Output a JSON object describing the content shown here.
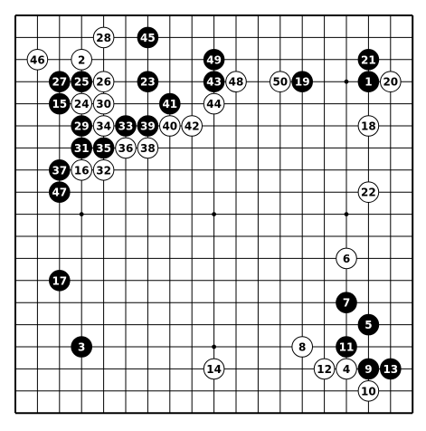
{
  "board": {
    "size": 19,
    "colors": {
      "background": "#ffffff",
      "grid": "#000000",
      "black_stone": "#000000",
      "white_stone": "#ffffff",
      "black_text": "#ffffff",
      "white_text": "#000000"
    },
    "moves": [
      {
        "n": 1,
        "color": "black",
        "col": 16,
        "row": 3
      },
      {
        "n": 2,
        "color": "white",
        "col": 3,
        "row": 2
      },
      {
        "n": 3,
        "color": "black",
        "col": 3,
        "row": 15
      },
      {
        "n": 4,
        "color": "white",
        "col": 15,
        "row": 16
      },
      {
        "n": 5,
        "color": "black",
        "col": 16,
        "row": 14
      },
      {
        "n": 6,
        "color": "white",
        "col": 15,
        "row": 11
      },
      {
        "n": 7,
        "color": "black",
        "col": 15,
        "row": 13
      },
      {
        "n": 8,
        "color": "white",
        "col": 13,
        "row": 15
      },
      {
        "n": 9,
        "color": "black",
        "col": 16,
        "row": 16
      },
      {
        "n": 10,
        "color": "white",
        "col": 16,
        "row": 17
      },
      {
        "n": 11,
        "color": "black",
        "col": 15,
        "row": 15
      },
      {
        "n": 12,
        "color": "white",
        "col": 14,
        "row": 16
      },
      {
        "n": 13,
        "color": "black",
        "col": 17,
        "row": 16
      },
      {
        "n": 14,
        "color": "white",
        "col": 9,
        "row": 16
      },
      {
        "n": 15,
        "color": "black",
        "col": 2,
        "row": 4
      },
      {
        "n": 16,
        "color": "white",
        "col": 3,
        "row": 7
      },
      {
        "n": 17,
        "color": "black",
        "col": 2,
        "row": 12
      },
      {
        "n": 18,
        "color": "white",
        "col": 16,
        "row": 5
      },
      {
        "n": 19,
        "color": "black",
        "col": 13,
        "row": 3
      },
      {
        "n": 20,
        "color": "white",
        "col": 17,
        "row": 3
      },
      {
        "n": 21,
        "color": "black",
        "col": 16,
        "row": 2
      },
      {
        "n": 22,
        "color": "white",
        "col": 16,
        "row": 8
      },
      {
        "n": 23,
        "color": "black",
        "col": 6,
        "row": 3
      },
      {
        "n": 24,
        "color": "white",
        "col": 3,
        "row": 4
      },
      {
        "n": 25,
        "color": "black",
        "col": 3,
        "row": 3
      },
      {
        "n": 26,
        "color": "white",
        "col": 4,
        "row": 3
      },
      {
        "n": 27,
        "color": "black",
        "col": 2,
        "row": 3
      },
      {
        "n": 28,
        "color": "white",
        "col": 4,
        "row": 1
      },
      {
        "n": 29,
        "color": "black",
        "col": 3,
        "row": 5
      },
      {
        "n": 30,
        "color": "white",
        "col": 4,
        "row": 4
      },
      {
        "n": 31,
        "color": "black",
        "col": 3,
        "row": 6
      },
      {
        "n": 32,
        "color": "white",
        "col": 4,
        "row": 7
      },
      {
        "n": 33,
        "color": "black",
        "col": 5,
        "row": 5
      },
      {
        "n": 34,
        "color": "white",
        "col": 4,
        "row": 5
      },
      {
        "n": 35,
        "color": "black",
        "col": 4,
        "row": 6
      },
      {
        "n": 36,
        "color": "white",
        "col": 5,
        "row": 6
      },
      {
        "n": 37,
        "color": "black",
        "col": 2,
        "row": 7
      },
      {
        "n": 38,
        "color": "white",
        "col": 6,
        "row": 6
      },
      {
        "n": 39,
        "color": "black",
        "col": 6,
        "row": 5
      },
      {
        "n": 40,
        "color": "white",
        "col": 7,
        "row": 5
      },
      {
        "n": 41,
        "color": "black",
        "col": 7,
        "row": 4
      },
      {
        "n": 42,
        "color": "white",
        "col": 8,
        "row": 5
      },
      {
        "n": 43,
        "color": "black",
        "col": 9,
        "row": 3
      },
      {
        "n": 44,
        "color": "white",
        "col": 9,
        "row": 4
      },
      {
        "n": 45,
        "color": "black",
        "col": 6,
        "row": 1
      },
      {
        "n": 46,
        "color": "white",
        "col": 1,
        "row": 2
      },
      {
        "n": 47,
        "color": "black",
        "col": 2,
        "row": 8
      },
      {
        "n": 48,
        "color": "white",
        "col": 10,
        "row": 3
      },
      {
        "n": 49,
        "color": "black",
        "col": 9,
        "row": 2
      },
      {
        "n": 50,
        "color": "white",
        "col": 12,
        "row": 3
      }
    ]
  }
}
